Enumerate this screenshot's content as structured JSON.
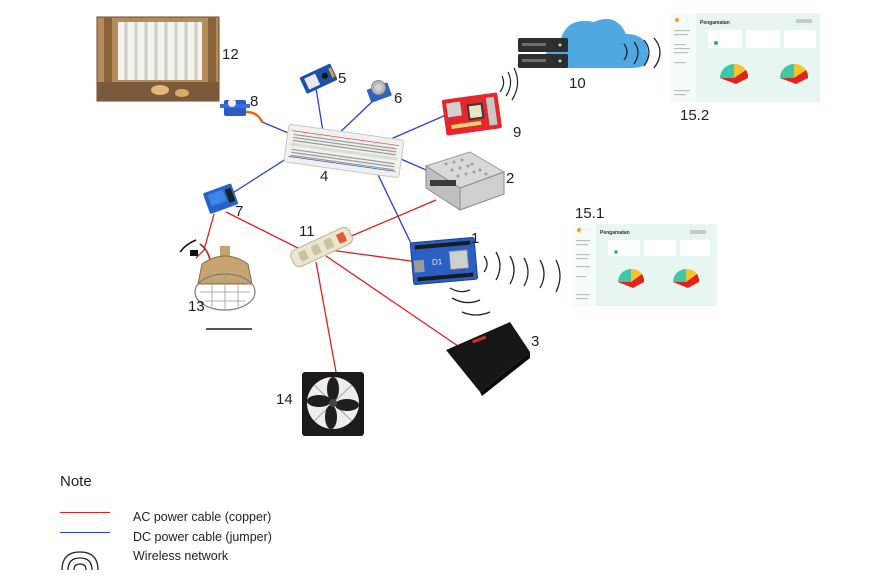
{
  "labels": {
    "n1": "1",
    "n2": "2",
    "n3": "3",
    "n4": "4",
    "n5": "5",
    "n6": "6",
    "n7": "7",
    "n8": "8",
    "n9": "9",
    "n10": "10",
    "n11": "11",
    "n12": "12",
    "n13": "13",
    "n14": "14",
    "n15_1": "15.1",
    "n15_2": "15.2"
  },
  "dashboard": {
    "title": "Pengamatan"
  },
  "note": {
    "title": "Note",
    "ac": "AC power cable (copper)",
    "dc": "DC power cable (jumper)",
    "wireless": "Wireless network"
  },
  "colors": {
    "ac_cable": "#e02020",
    "dc_cable": "#2b3fd6",
    "wireless": "#222222",
    "cloud": "#4fa8e0",
    "dashboard_bg": "#e8f6f1"
  },
  "icons": {
    "arduino": "wemos-d1-board-icon",
    "power_supply": "switching-power-supply-icon",
    "router": "wifi-router-icon",
    "breadboard": "breadboard-icon",
    "dht": "temperature-sensor-icon",
    "gas": "gas-sensor-icon",
    "relay": "relay-module-icon",
    "servo": "servo-motor-icon",
    "gsm": "gsm-module-icon",
    "cloud_server": "cloud-server-icon",
    "power_strip": "power-strip-icon",
    "coop": "chicken-coop-photo",
    "heat_lamp": "heat-lamp-icon",
    "fan": "box-fan-icon"
  }
}
